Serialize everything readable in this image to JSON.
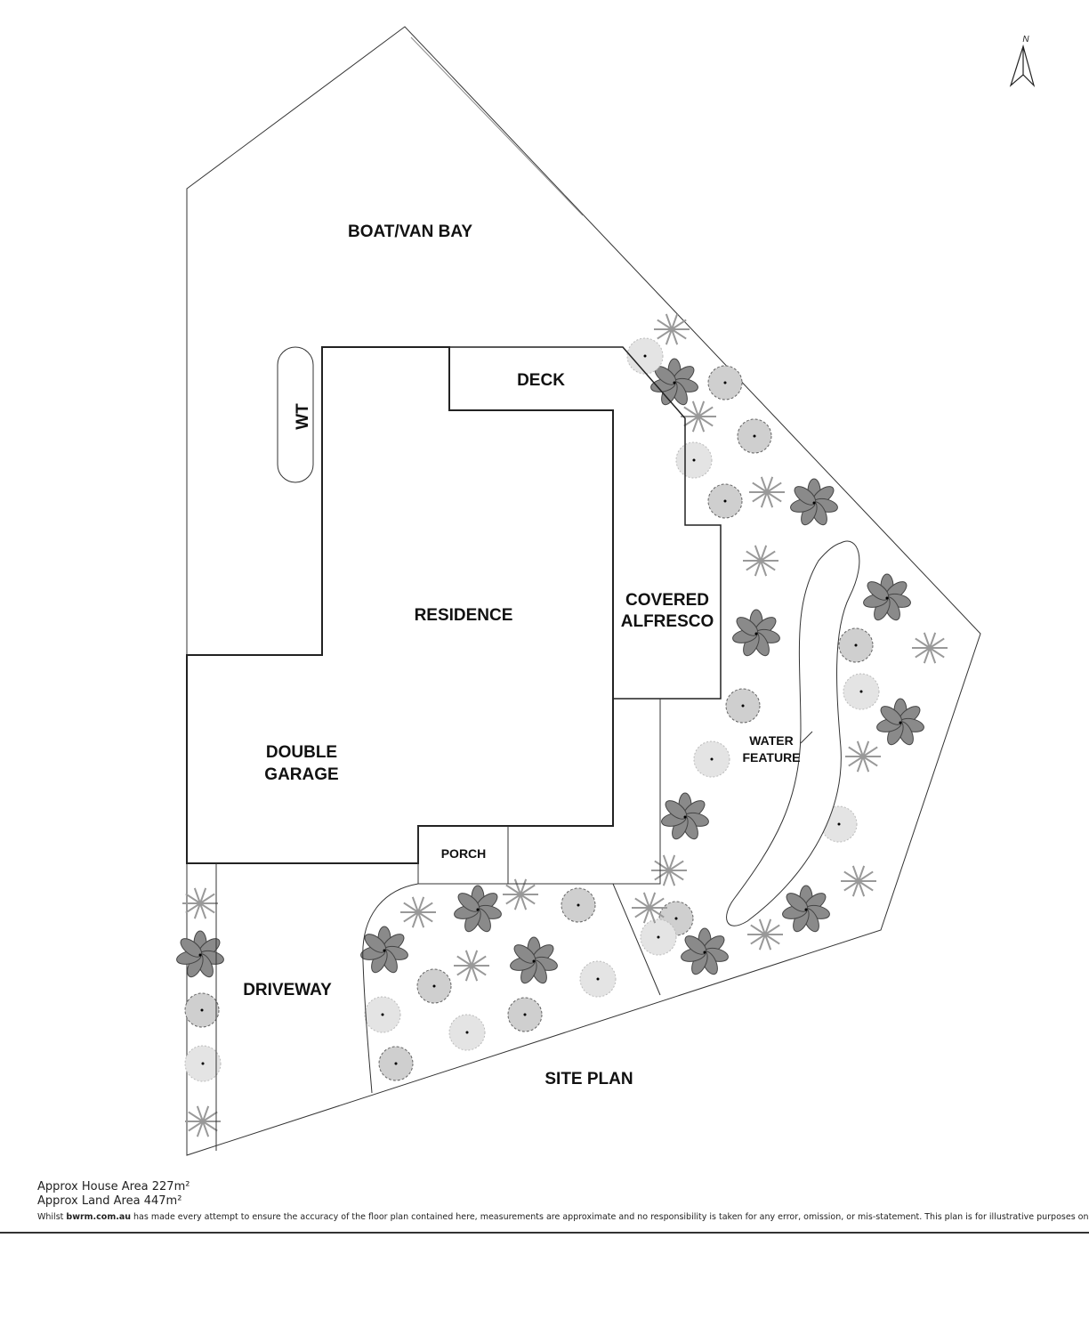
{
  "plan": {
    "title": "SITE PLAN",
    "north_label": "N",
    "rooms": {
      "boat_van_bay": "BOAT/VAN BAY",
      "deck": "DECK",
      "wt": "WT",
      "residence": "RESIDENCE",
      "covered_alfresco_line1": "COVERED",
      "covered_alfresco_line2": "ALFRESCO",
      "double_garage_line1": "DOUBLE",
      "double_garage_line2": "GARAGE",
      "porch": "PORCH",
      "driveway": "DRIVEWAY",
      "water_feature_line1": "WATER",
      "water_feature_line2": "FEATURE"
    }
  },
  "footer": {
    "house_area": "Approx House Area 227m²",
    "land_area": "Approx Land Area 447m²",
    "disclaimer_prefix": "Whilst ",
    "disclaimer_brand": "bwrm.com.au",
    "disclaimer_suffix": " has made every attempt to ensure the accuracy of the floor plan contained here, measurements are approximate and no responsibility is taken for any error, omission, or mis-statement. This plan is for illustrative purposes only."
  }
}
